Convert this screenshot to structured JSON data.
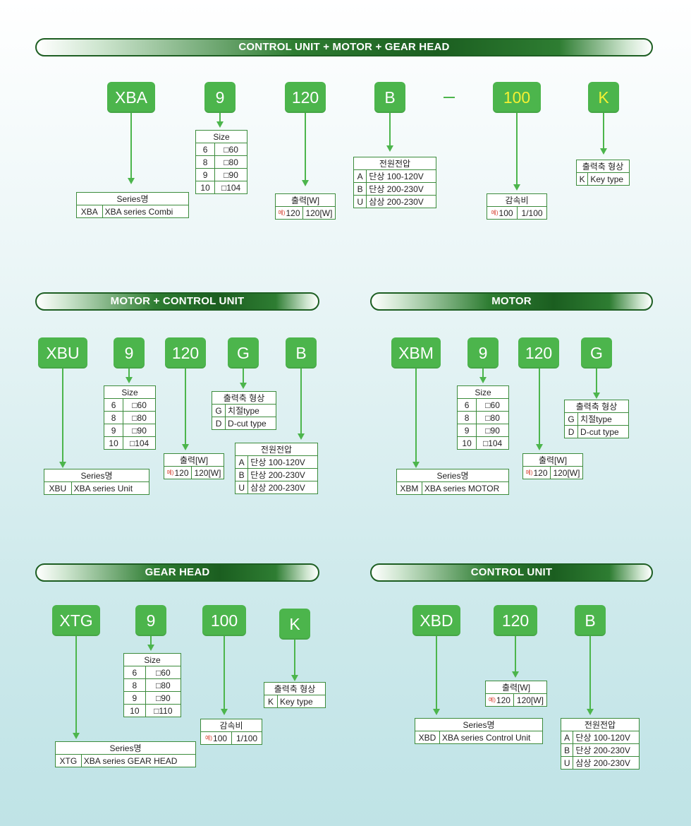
{
  "colors": {
    "code_bg": "#4cb54c",
    "highlight_text": "#f4f133",
    "line": "#4cb54c",
    "banner_dark": "#1b5e20"
  },
  "s1": {
    "title": "CONTROL UNIT + MOTOR + GEAR HEAD",
    "codes": [
      "XBA",
      "9",
      "120",
      "B",
      "100",
      "K"
    ],
    "dash": "-",
    "series": {
      "header": "Series명",
      "code": "XBA",
      "desc": "XBA series Combi"
    },
    "size": {
      "header": "Size",
      "rows": [
        [
          "6",
          "□60"
        ],
        [
          "8",
          "□80"
        ],
        [
          "9",
          "□90"
        ],
        [
          "10",
          "□104"
        ]
      ]
    },
    "output": {
      "header": "출력[W]",
      "mark": "예)",
      "code": "120",
      "desc": "120[W]"
    },
    "power": {
      "header": "전원전압",
      "rows": [
        [
          "A",
          "단상 100-120V"
        ],
        [
          "B",
          "단상 200-230V"
        ],
        [
          "U",
          "삼상 200-230V"
        ]
      ]
    },
    "ratio": {
      "header": "감속비",
      "mark": "예)",
      "code": "100",
      "desc": "1/100"
    },
    "shaft": {
      "header": "출력축 형상",
      "code": "K",
      "desc": "Key type"
    }
  },
  "s2": {
    "title": "MOTOR + CONTROL UNIT",
    "codes": [
      "XBU",
      "9",
      "120",
      "G",
      "B"
    ],
    "series": {
      "header": "Series명",
      "code": "XBU",
      "desc": "XBA series Unit"
    },
    "size": {
      "header": "Size",
      "rows": [
        [
          "6",
          "□60"
        ],
        [
          "8",
          "□80"
        ],
        [
          "9",
          "□90"
        ],
        [
          "10",
          "□104"
        ]
      ]
    },
    "output": {
      "header": "출력[W]",
      "mark": "예)",
      "code": "120",
      "desc": "120[W]"
    },
    "shaft": {
      "header": "출력축 형상",
      "rows": [
        [
          "G",
          "치절type"
        ],
        [
          "D",
          "D-cut type"
        ]
      ]
    },
    "power": {
      "header": "전원전압",
      "rows": [
        [
          "A",
          "단상 100-120V"
        ],
        [
          "B",
          "단상 200-230V"
        ],
        [
          "U",
          "삼상 200-230V"
        ]
      ]
    }
  },
  "s3": {
    "title": "MOTOR",
    "codes": [
      "XBM",
      "9",
      "120",
      "G"
    ],
    "series": {
      "header": "Series명",
      "code": "XBM",
      "desc": "XBA series MOTOR"
    },
    "size": {
      "header": "Size",
      "rows": [
        [
          "6",
          "□60"
        ],
        [
          "8",
          "□80"
        ],
        [
          "9",
          "□90"
        ],
        [
          "10",
          "□104"
        ]
      ]
    },
    "output": {
      "header": "출력[W]",
      "mark": "예)",
      "code": "120",
      "desc": "120[W]"
    },
    "shaft": {
      "header": "출력축 형상",
      "rows": [
        [
          "G",
          "치절type"
        ],
        [
          "D",
          "D-cut type"
        ]
      ]
    }
  },
  "s4": {
    "title": "GEAR HEAD",
    "codes": [
      "XTG",
      "9",
      "100",
      "K"
    ],
    "series": {
      "header": "Series명",
      "code": "XTG",
      "desc": "XBA series GEAR HEAD"
    },
    "size": {
      "header": "Size",
      "rows": [
        [
          "6",
          "□60"
        ],
        [
          "8",
          "□80"
        ],
        [
          "9",
          "□90"
        ],
        [
          "10",
          "□110"
        ]
      ]
    },
    "ratio": {
      "header": "감속비",
      "mark": "예)",
      "code": "100",
      "desc": "1/100"
    },
    "shaft": {
      "header": "출력축 형상",
      "code": "K",
      "desc": "Key type"
    }
  },
  "s5": {
    "title": "CONTROL UNIT",
    "codes": [
      "XBD",
      "120",
      "B"
    ],
    "series": {
      "header": "Series명",
      "code": "XBD",
      "desc": "XBA series Control Unit"
    },
    "output": {
      "header": "출력[W]",
      "mark": "예)",
      "code": "120",
      "desc": "120[W]"
    },
    "power": {
      "header": "전원전압",
      "rows": [
        [
          "A",
          "단상 100-120V"
        ],
        [
          "B",
          "단상 200-230V"
        ],
        [
          "U",
          "삼상 200-230V"
        ]
      ]
    }
  }
}
